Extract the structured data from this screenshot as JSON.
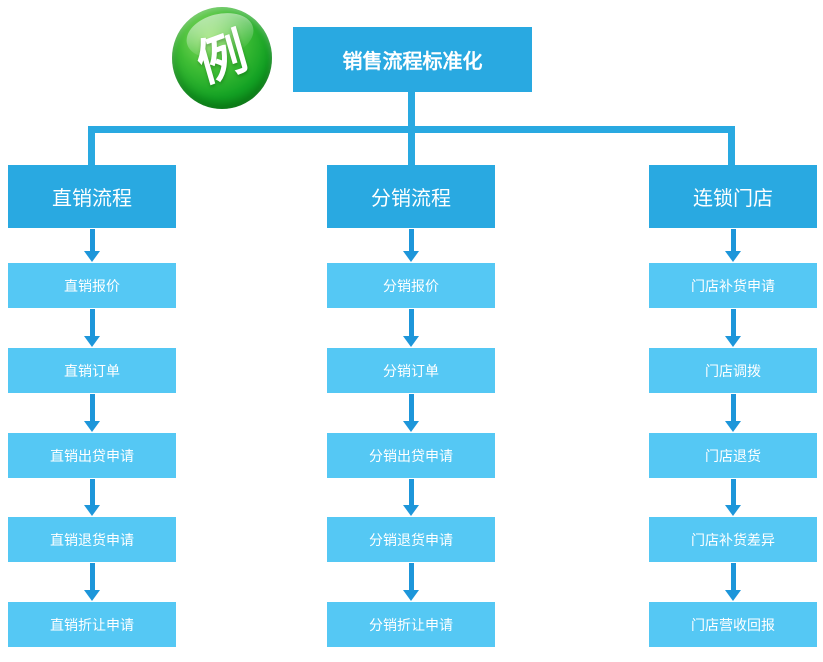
{
  "badge": {
    "label": "例"
  },
  "root": {
    "label": "销售流程标准化"
  },
  "columns": [
    {
      "header": "直销流程",
      "items": [
        "直销报价",
        "直销订单",
        "直销出贷申请",
        "直销退货申请",
        "直销折让申请"
      ]
    },
    {
      "header": "分销流程",
      "items": [
        "分销报价",
        "分销订单",
        "分销出贷申请",
        "分销退货申请",
        "分销折让申请"
      ]
    },
    {
      "header": "连锁门店",
      "items": [
        "门店补货申请",
        "门店调拨",
        "门店退货",
        "门店补货差异",
        "门店营收回报"
      ]
    }
  ],
  "colors": {
    "node_header": "#29a9e1",
    "node_item": "#55c8f4",
    "connector": "#29a9e1",
    "arrow": "#1d96da",
    "badge_green": "#13a224",
    "text": "#ffffff"
  }
}
